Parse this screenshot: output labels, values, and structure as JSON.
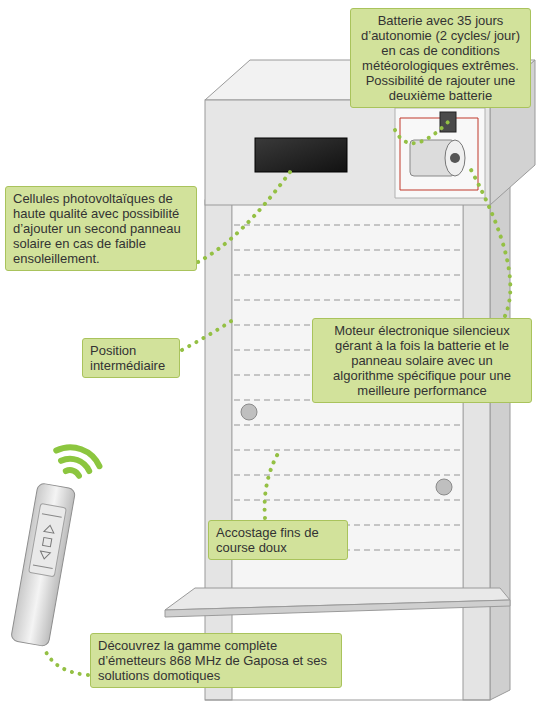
{
  "diagram": {
    "nodes": [
      {
        "text": [
          "Batterie avec 35 jours d’autonomie (2 cycles/ jour) en cas de conditions météorologiques extrêmes. Possibilité de rajouter une deuxième batterie"
        ]
      },
      {
        "text": [
          "Cellules photovoltaïques de haute qualité avec possibilité d’ajouter un second panneau solaire en cas de faible ensoleillement."
        ]
      },
      {
        "text": [
          "Position intermédiaire"
        ]
      },
      {
        "text": [
          "Moteur électronique silencieux gérant à la fois la batterie et le panneau solaire avec un algorithme spécifique pour une meilleure performance"
        ]
      },
      {
        "text": [
          "Accostage fins de course doux"
        ]
      },
      {
        "text": [
          "Découvrez la gamme complète d’émetteurs 868 MHz de Gaposa et ses solutions domotiques"
        ]
      }
    ],
    "edges": []
  }
}
